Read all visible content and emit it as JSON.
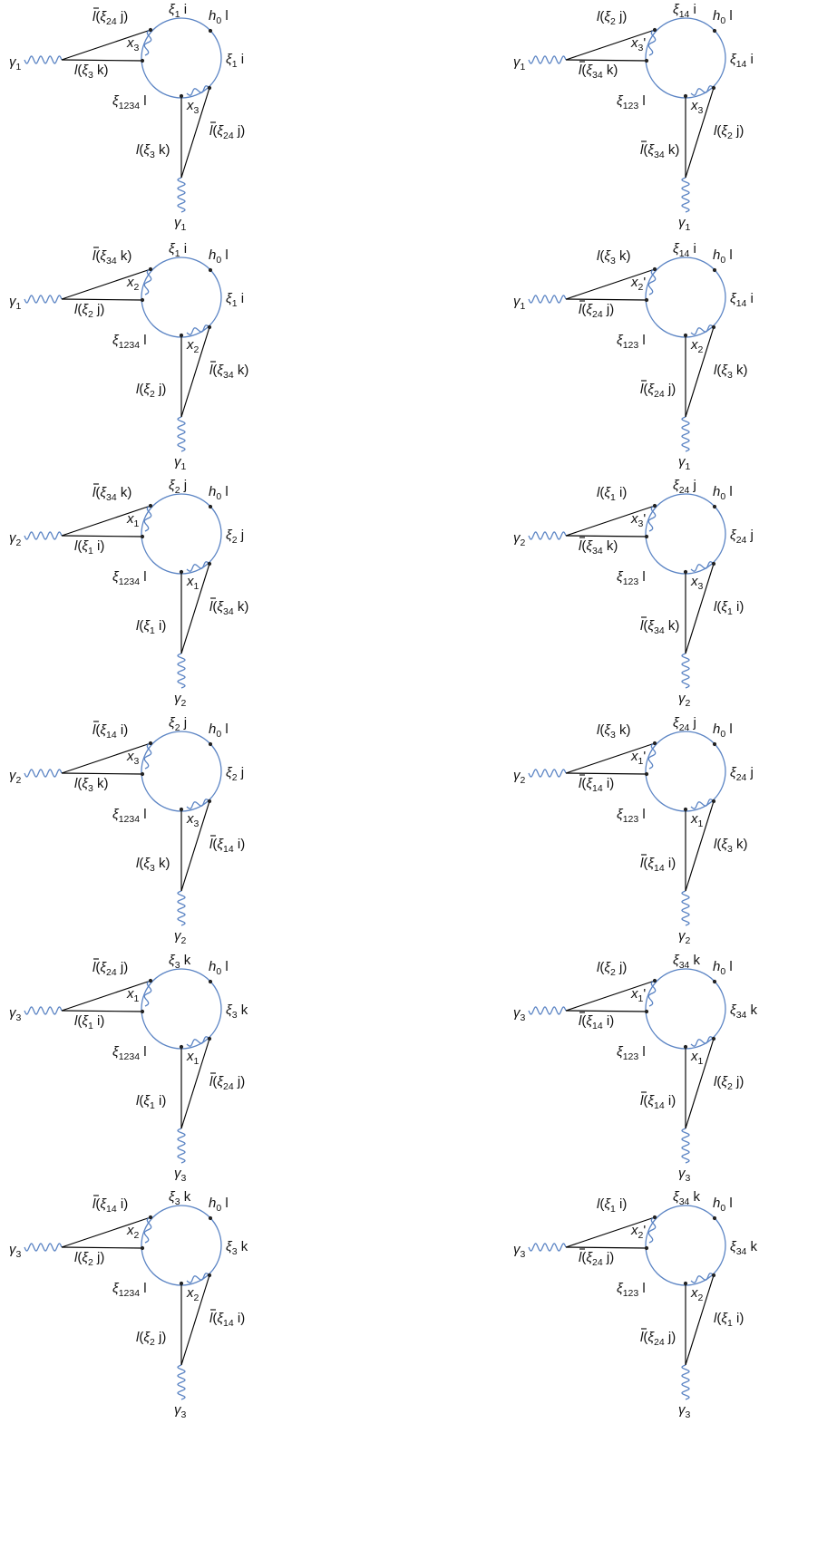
{
  "colors": {
    "propagator": "#5b84c4",
    "line": "#000000",
    "text": "#111111"
  },
  "diagrams": [
    {
      "gamma_left": [
        "γ",
        "1"
      ],
      "top_left": [
        "l̄(",
        "ξ",
        "24",
        " j)"
      ],
      "upper_line": [
        "l(",
        "ξ",
        "3",
        " k)"
      ],
      "x_top": [
        "x",
        "3",
        ""
      ],
      "node_top": [
        "ξ",
        "1",
        " i"
      ],
      "node_right": [
        "ξ",
        "1",
        " i"
      ],
      "h_label": [
        "h",
        "0",
        " l"
      ],
      "node_bl": [
        "ξ",
        "1234",
        " l"
      ],
      "x_bot": [
        "x",
        "3",
        ""
      ],
      "right_prop": [
        "l̄(",
        "ξ",
        "24",
        " j)"
      ],
      "vertical_prop": [
        "l(",
        "ξ",
        "3",
        " k)"
      ],
      "gamma_bottom": [
        "γ",
        "1"
      ]
    },
    {
      "gamma_left": [
        "γ",
        "1"
      ],
      "top_left": [
        "l(",
        "ξ",
        "2",
        " j)"
      ],
      "upper_line": [
        "l̄(",
        "ξ",
        "34",
        " k)"
      ],
      "x_top": [
        "x",
        "3",
        "'"
      ],
      "node_top": [
        "ξ",
        "14",
        " i"
      ],
      "node_right": [
        "ξ",
        "14",
        " i"
      ],
      "h_label": [
        "h",
        "0",
        " l"
      ],
      "node_bl": [
        "ξ",
        "123",
        " l"
      ],
      "x_bot": [
        "x",
        "3",
        ""
      ],
      "right_prop": [
        "l(",
        "ξ",
        "2",
        " j)"
      ],
      "vertical_prop": [
        "l̄(",
        "ξ",
        "34",
        " k)"
      ],
      "gamma_bottom": [
        "γ",
        "1"
      ]
    },
    {
      "gamma_left": [
        "γ",
        "1"
      ],
      "top_left": [
        "l̄(",
        "ξ",
        "34",
        " k)"
      ],
      "upper_line": [
        "l(",
        "ξ",
        "2",
        " j)"
      ],
      "x_top": [
        "x",
        "2",
        ""
      ],
      "node_top": [
        "ξ",
        "1",
        " i"
      ],
      "node_right": [
        "ξ",
        "1",
        " i"
      ],
      "h_label": [
        "h",
        "0",
        " l"
      ],
      "node_bl": [
        "ξ",
        "1234",
        " l"
      ],
      "x_bot": [
        "x",
        "2",
        ""
      ],
      "right_prop": [
        "l̄(",
        "ξ",
        "34",
        " k)"
      ],
      "vertical_prop": [
        "l(",
        "ξ",
        "2",
        " j)"
      ],
      "gamma_bottom": [
        "γ",
        "1"
      ]
    },
    {
      "gamma_left": [
        "γ",
        "1"
      ],
      "top_left": [
        "l(",
        "ξ",
        "3",
        " k)"
      ],
      "upper_line": [
        "l̄(",
        "ξ",
        "24",
        " j)"
      ],
      "x_top": [
        "x",
        "2",
        "'"
      ],
      "node_top": [
        "ξ",
        "14",
        " i"
      ],
      "node_right": [
        "ξ",
        "14",
        " i"
      ],
      "h_label": [
        "h",
        "0",
        " l"
      ],
      "node_bl": [
        "ξ",
        "123",
        " l"
      ],
      "x_bot": [
        "x",
        "2",
        ""
      ],
      "right_prop": [
        "l(",
        "ξ",
        "3",
        " k)"
      ],
      "vertical_prop": [
        "l̄(",
        "ξ",
        "24",
        " j)"
      ],
      "gamma_bottom": [
        "γ",
        "1"
      ]
    },
    {
      "gamma_left": [
        "γ",
        "2"
      ],
      "top_left": [
        "l̄(",
        "ξ",
        "34",
        " k)"
      ],
      "upper_line": [
        "l(",
        "ξ",
        "1",
        " i)"
      ],
      "x_top": [
        "x",
        "1",
        ""
      ],
      "node_top": [
        "ξ",
        "2",
        " j"
      ],
      "node_right": [
        "ξ",
        "2",
        " j"
      ],
      "h_label": [
        "h",
        "0",
        " l"
      ],
      "node_bl": [
        "ξ",
        "1234",
        " l"
      ],
      "x_bot": [
        "x",
        "1",
        ""
      ],
      "right_prop": [
        "l̄(",
        "ξ",
        "34",
        " k)"
      ],
      "vertical_prop": [
        "l(",
        "ξ",
        "1",
        " i)"
      ],
      "gamma_bottom": [
        "γ",
        "2"
      ]
    },
    {
      "gamma_left": [
        "γ",
        "2"
      ],
      "top_left": [
        "l(",
        "ξ",
        "1",
        " i)"
      ],
      "upper_line": [
        "l̄(",
        "ξ",
        "34",
        " k)"
      ],
      "x_top": [
        "x",
        "3",
        "'"
      ],
      "node_top": [
        "ξ",
        "24",
        " j"
      ],
      "node_right": [
        "ξ",
        "24",
        " j"
      ],
      "h_label": [
        "h",
        "0",
        " l"
      ],
      "node_bl": [
        "ξ",
        "123",
        " l"
      ],
      "x_bot": [
        "x",
        "3",
        ""
      ],
      "right_prop": [
        "l(",
        "ξ",
        "1",
        " i)"
      ],
      "vertical_prop": [
        "l̄(",
        "ξ",
        "34",
        " k)"
      ],
      "gamma_bottom": [
        "γ",
        "2"
      ]
    },
    {
      "gamma_left": [
        "γ",
        "2"
      ],
      "top_left": [
        "l̄(",
        "ξ",
        "14",
        " i)"
      ],
      "upper_line": [
        "l(",
        "ξ",
        "3",
        " k)"
      ],
      "x_top": [
        "x",
        "3",
        ""
      ],
      "node_top": [
        "ξ",
        "2",
        " j"
      ],
      "node_right": [
        "ξ",
        "2",
        " j"
      ],
      "h_label": [
        "h",
        "0",
        " l"
      ],
      "node_bl": [
        "ξ",
        "1234",
        " l"
      ],
      "x_bot": [
        "x",
        "3",
        ""
      ],
      "right_prop": [
        "l̄(",
        "ξ",
        "14",
        " i)"
      ],
      "vertical_prop": [
        "l(",
        "ξ",
        "3",
        " k)"
      ],
      "gamma_bottom": [
        "γ",
        "2"
      ]
    },
    {
      "gamma_left": [
        "γ",
        "2"
      ],
      "top_left": [
        "l(",
        "ξ",
        "3",
        " k)"
      ],
      "upper_line": [
        "l̄(",
        "ξ",
        "14",
        " i)"
      ],
      "x_top": [
        "x",
        "1",
        "'"
      ],
      "node_top": [
        "ξ",
        "24",
        " j"
      ],
      "node_right": [
        "ξ",
        "24",
        " j"
      ],
      "h_label": [
        "h",
        "0",
        " l"
      ],
      "node_bl": [
        "ξ",
        "123",
        " l"
      ],
      "x_bot": [
        "x",
        "1",
        ""
      ],
      "right_prop": [
        "l(",
        "ξ",
        "3",
        " k)"
      ],
      "vertical_prop": [
        "l̄(",
        "ξ",
        "14",
        " i)"
      ],
      "gamma_bottom": [
        "γ",
        "2"
      ]
    },
    {
      "gamma_left": [
        "γ",
        "3"
      ],
      "top_left": [
        "l̄(",
        "ξ",
        "24",
        " j)"
      ],
      "upper_line": [
        "l(",
        "ξ",
        "1",
        " i)"
      ],
      "x_top": [
        "x",
        "1",
        ""
      ],
      "node_top": [
        "ξ",
        "3",
        " k"
      ],
      "node_right": [
        "ξ",
        "3",
        " k"
      ],
      "h_label": [
        "h",
        "0",
        " l"
      ],
      "node_bl": [
        "ξ",
        "1234",
        " l"
      ],
      "x_bot": [
        "x",
        "1",
        ""
      ],
      "right_prop": [
        "l̄(",
        "ξ",
        "24",
        " j)"
      ],
      "vertical_prop": [
        "l(",
        "ξ",
        "1",
        " i)"
      ],
      "gamma_bottom": [
        "γ",
        "3"
      ]
    },
    {
      "gamma_left": [
        "γ",
        "3"
      ],
      "top_left": [
        "l(",
        "ξ",
        "2",
        " j)"
      ],
      "upper_line": [
        "l̄(",
        "ξ",
        "14",
        " i)"
      ],
      "x_top": [
        "x",
        "1",
        "'"
      ],
      "node_top": [
        "ξ",
        "34",
        " k"
      ],
      "node_right": [
        "ξ",
        "34",
        " k"
      ],
      "h_label": [
        "h",
        "0",
        " l"
      ],
      "node_bl": [
        "ξ",
        "123",
        " l"
      ],
      "x_bot": [
        "x",
        "1",
        ""
      ],
      "right_prop": [
        "l(",
        "ξ",
        "2",
        " j)"
      ],
      "vertical_prop": [
        "l̄(",
        "ξ",
        "14",
        " i)"
      ],
      "gamma_bottom": [
        "γ",
        "3"
      ]
    },
    {
      "gamma_left": [
        "γ",
        "3"
      ],
      "top_left": [
        "l̄(",
        "ξ",
        "14",
        " i)"
      ],
      "upper_line": [
        "l(",
        "ξ",
        "2",
        " j)"
      ],
      "x_top": [
        "x",
        "2",
        ""
      ],
      "node_top": [
        "ξ",
        "3",
        " k"
      ],
      "node_right": [
        "ξ",
        "3",
        " k"
      ],
      "h_label": [
        "h",
        "0",
        " l"
      ],
      "node_bl": [
        "ξ",
        "1234",
        " l"
      ],
      "x_bot": [
        "x",
        "2",
        ""
      ],
      "right_prop": [
        "l̄(",
        "ξ",
        "14",
        " i)"
      ],
      "vertical_prop": [
        "l(",
        "ξ",
        "2",
        " j)"
      ],
      "gamma_bottom": [
        "γ",
        "3"
      ]
    },
    {
      "gamma_left": [
        "γ",
        "3"
      ],
      "top_left": [
        "l(",
        "ξ",
        "1",
        " i)"
      ],
      "upper_line": [
        "l̄(",
        "ξ",
        "24",
        " j)"
      ],
      "x_top": [
        "x",
        "2",
        "'"
      ],
      "node_top": [
        "ξ",
        "34",
        " k"
      ],
      "node_right": [
        "ξ",
        "34",
        " k"
      ],
      "h_label": [
        "h",
        "0",
        " l"
      ],
      "node_bl": [
        "ξ",
        "123",
        " l"
      ],
      "x_bot": [
        "x",
        "2",
        ""
      ],
      "right_prop": [
        "l(",
        "ξ",
        "1",
        " i)"
      ],
      "vertical_prop": [
        "l̄(",
        "ξ",
        "24",
        " j)"
      ],
      "gamma_bottom": [
        "γ",
        "3"
      ]
    }
  ]
}
